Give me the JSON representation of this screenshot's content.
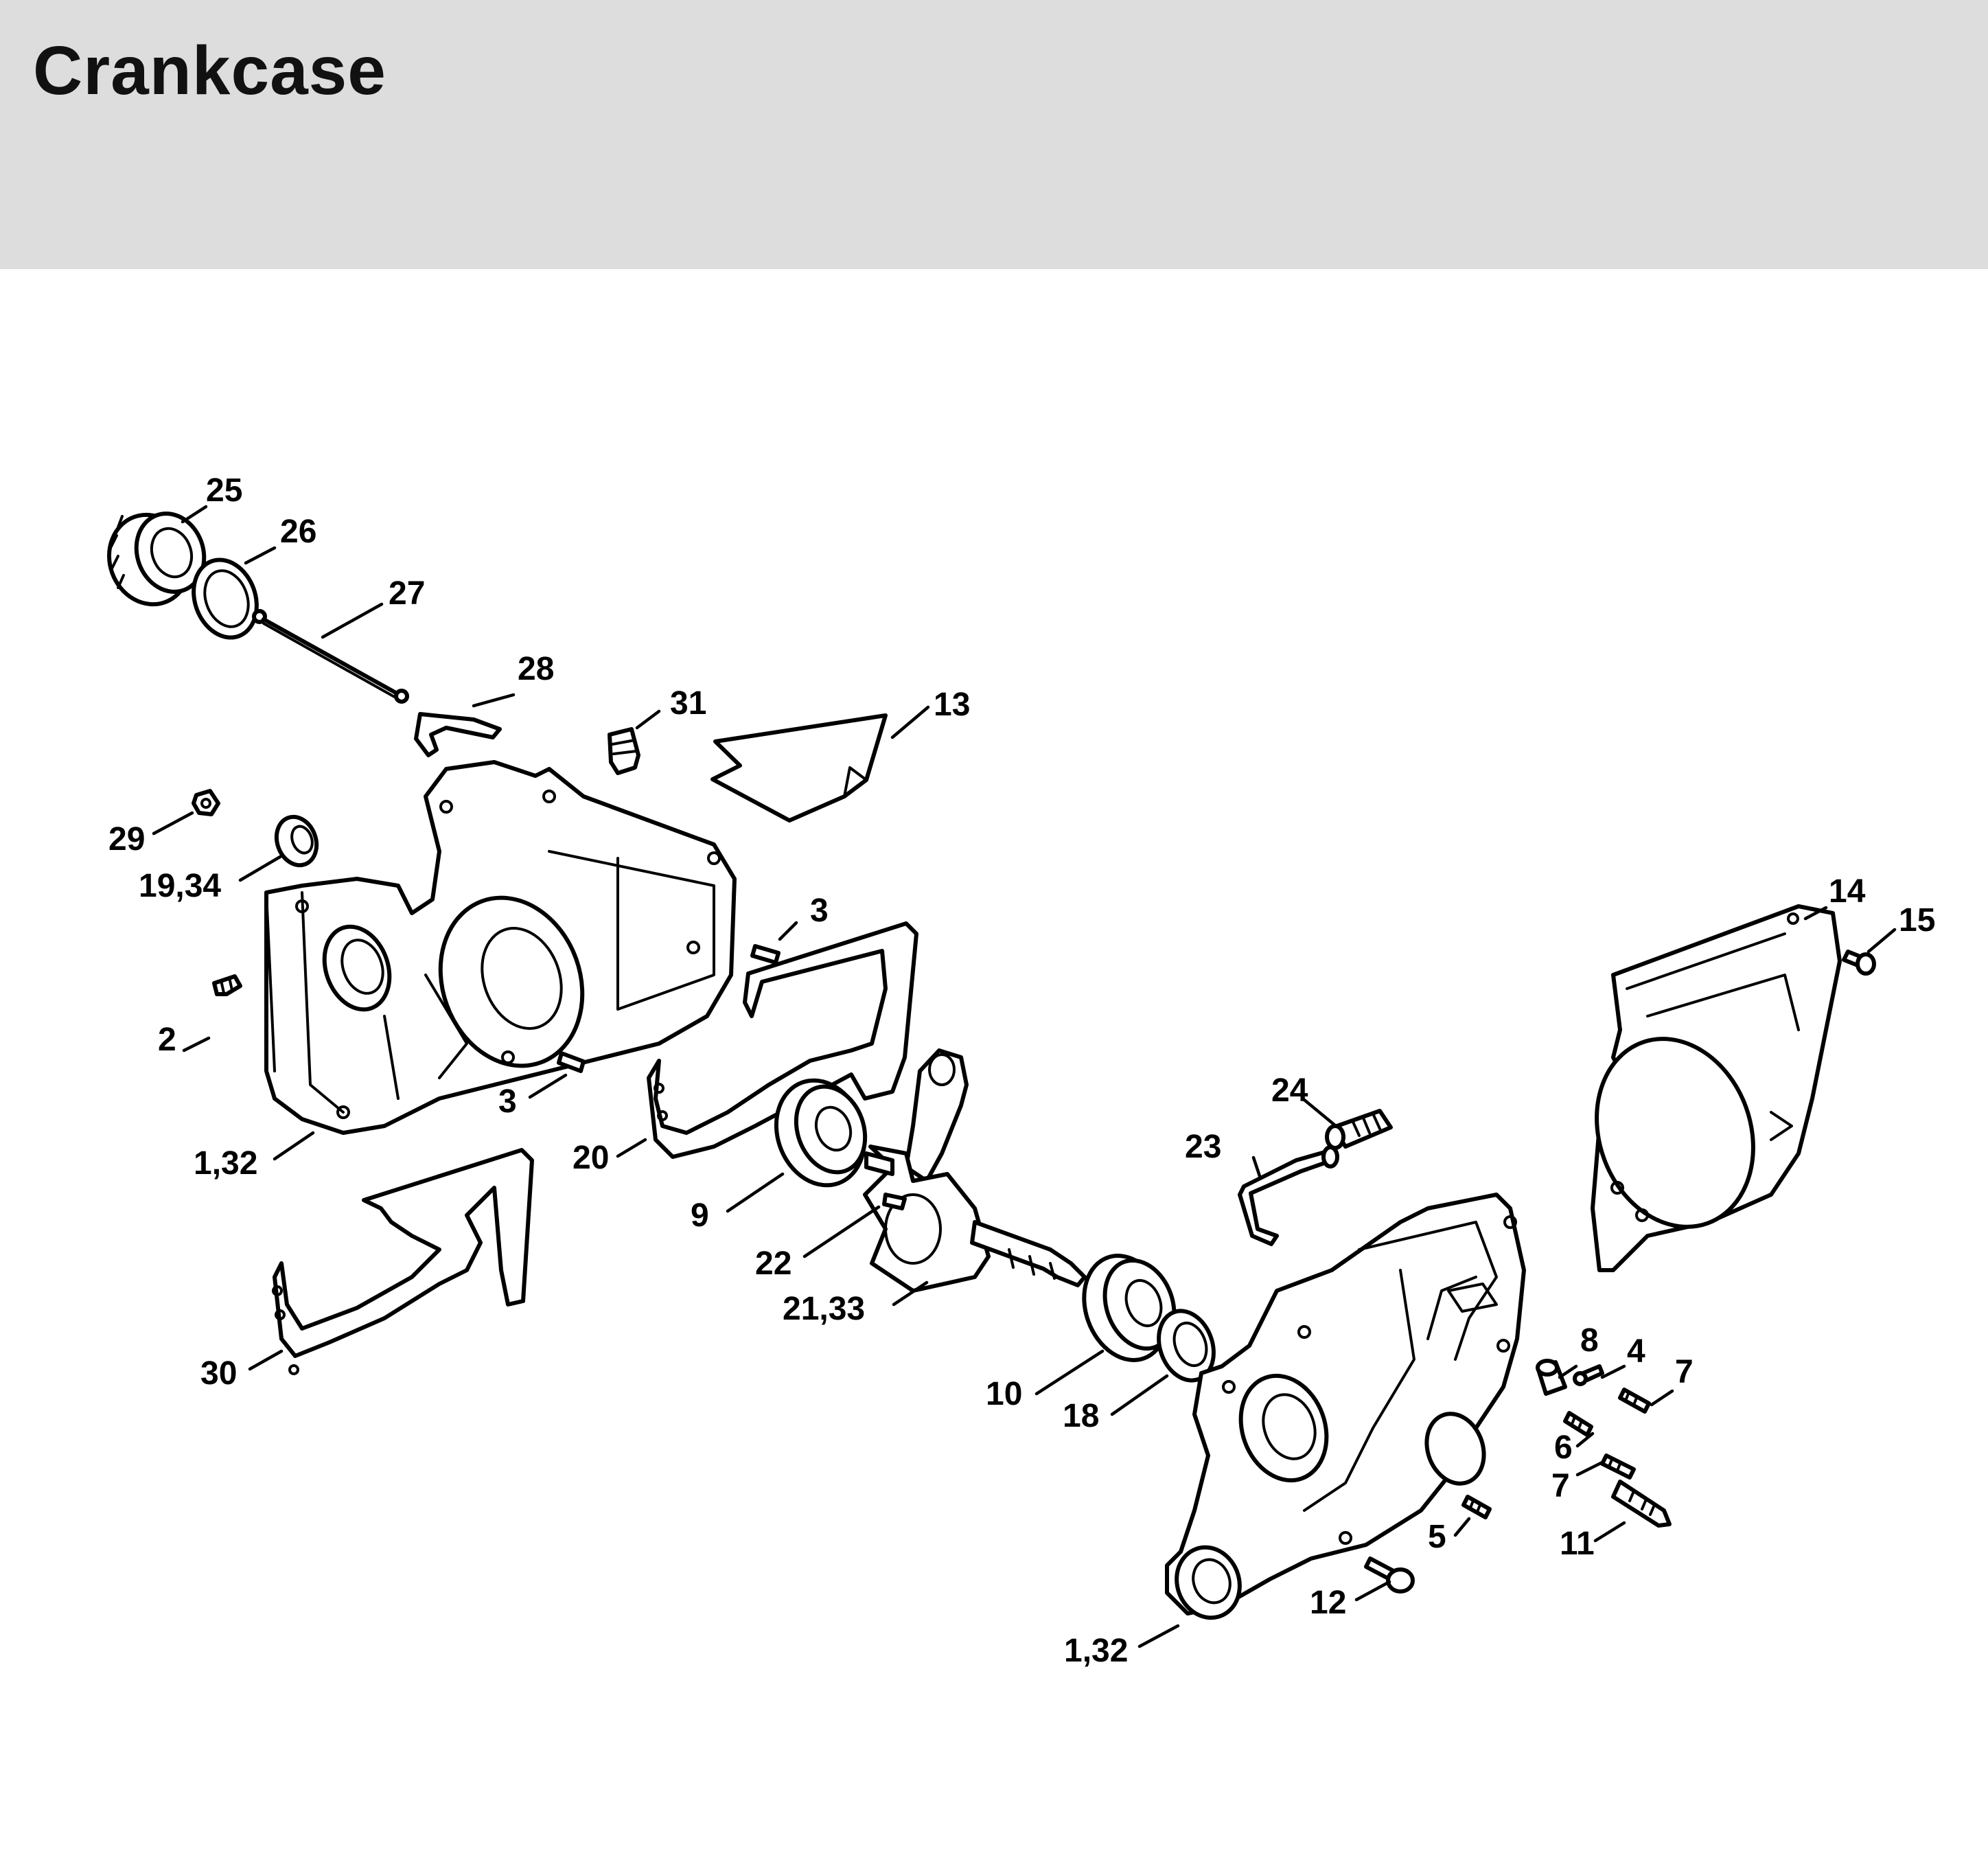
{
  "page": {
    "title": "Crankcase"
  },
  "labels": {
    "p25": "25",
    "p26": "26",
    "p27": "27",
    "p28": "28",
    "p31": "31",
    "p13": "13",
    "p29": "29",
    "p19_34": "19,34",
    "p3a": "3",
    "p2": "2",
    "p3b": "3",
    "p1_32a": "1,32",
    "p20": "20",
    "p9": "9",
    "p22": "22",
    "p21_33": "21,33",
    "p30": "30",
    "p24": "24",
    "p23": "23",
    "p10": "10",
    "p18": "18",
    "p14": "14",
    "p15": "15",
    "p8": "8",
    "p4": "4",
    "p7a": "7",
    "p6": "6",
    "p7b": "7",
    "p11": "11",
    "p5": "5",
    "p12": "12",
    "p1_32b": "1,32"
  }
}
